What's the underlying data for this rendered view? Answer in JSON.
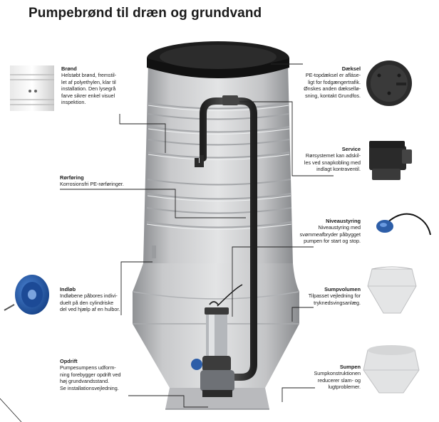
{
  "title": "Pumpebrønd til dræn og grundvand",
  "labels": {
    "broend": {
      "heading": "Brønd",
      "body": "Helstøbt brønd, fremstil-\nlet af polyethylen, klar til\ninstallation. Den lysegrå\nfarve sikrer enkel visuel\ninspektion."
    },
    "roerfoering": {
      "heading": "Rørføring",
      "body": "Korrosionsfri PE-rørføringer."
    },
    "indloeb": {
      "heading": "Indløb",
      "body": "Indløbene påbores indivi-\nduelt på den cylindriske\ndel ved hjælp af en hulbor."
    },
    "opdrift": {
      "heading": "Opdrift",
      "body": "Pumpesumpens udform-\nning forebygger opdrift ved\nhøj grundvandsstand.\nSe installationsvejledning."
    },
    "daeksel": {
      "heading": "Dæksel",
      "body": "PE-topdæksel er afláse-\nligt for fodgængertrafik.\nØnskes anden dæksellø-\nsning, kontakt Grundfos."
    },
    "service": {
      "heading": "Service",
      "body": "Rørsystemet kan adskil-\nles ved snapkobling med\nindlagt kontraventil."
    },
    "niveaustyring": {
      "heading": "Niveaustyring",
      "body": "Niveaustyring med\nsvømmeafbryder påbygget\npumpen for start og stop."
    },
    "sumpvolumen": {
      "heading": "Sumpvolumen",
      "body": "Tilpasset vejledning for\ntryknedsvingsanlæg."
    },
    "sumpen": {
      "heading": "Sumpen",
      "body": "Sumpkonstruktionen\nreducerer slam- og\nlugtproblemer."
    }
  },
  "colors": {
    "well_body": "#cfd0d2",
    "well_shadow": "#9a9c9f",
    "lid": "#1d1d1d",
    "pipe": "#3a3a3a",
    "pump_blue": "#2d5ea8",
    "inlet_blue": "#2456a6",
    "lines": "#222222"
  }
}
